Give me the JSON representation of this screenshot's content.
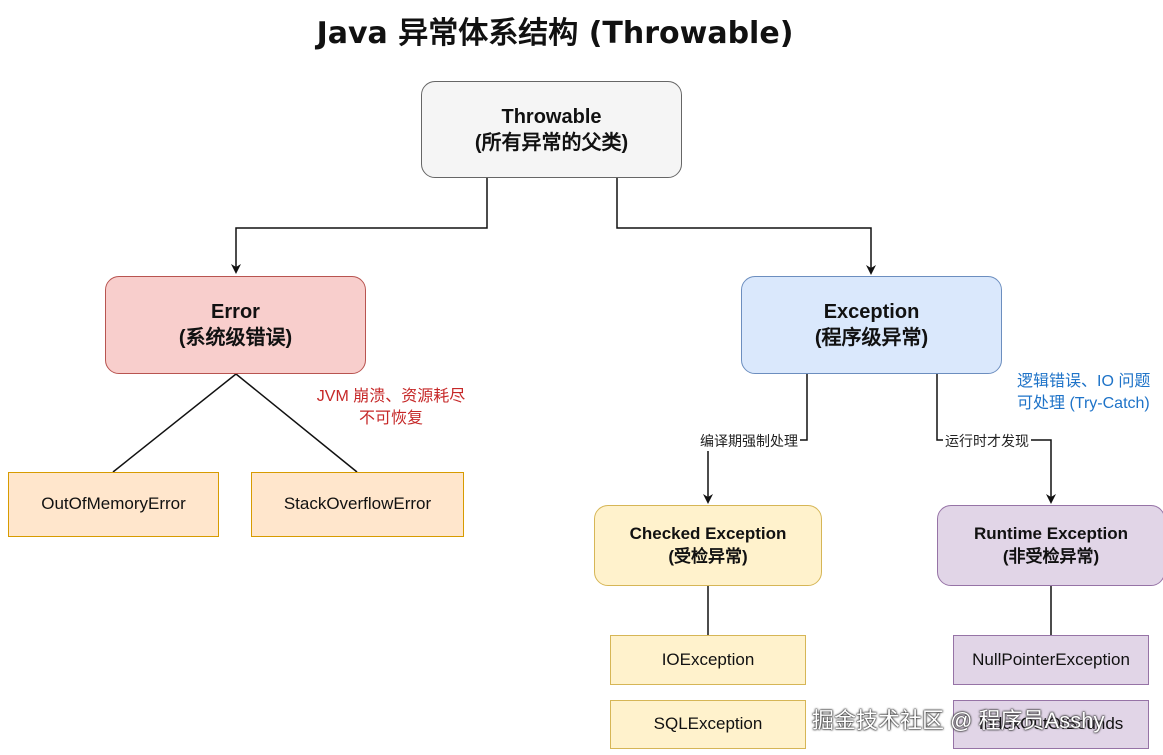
{
  "title": "Java 异常体系结构 (Throwable)",
  "nodes": {
    "throwable": {
      "line1": "Throwable",
      "line2": "(所有异常的父类)"
    },
    "error": {
      "line1": "Error",
      "line2": "(系统级错误)"
    },
    "exception": {
      "line1": "Exception",
      "line2": "(程序级异常)"
    },
    "oom": {
      "line1": "OutOfMemoryError"
    },
    "stackoverflow": {
      "line1": "StackOverflowError"
    },
    "checked": {
      "line1": "Checked Exception",
      "line2": "(受检异常)"
    },
    "runtime": {
      "line1": "Runtime Exception",
      "line2": "(非受检异常)"
    },
    "ioexception": {
      "line1": "IOException"
    },
    "sqlexception": {
      "line1": "SQLException"
    },
    "npe": {
      "line1": "NullPointerException"
    },
    "bounds": {
      "line1": "IndexOutOfBounds"
    }
  },
  "notes": {
    "error_note": {
      "line1": "JVM 崩溃、资源耗尽",
      "line2": "不可恢复"
    },
    "exception_note": {
      "line1": "逻辑错误、IO 问题",
      "line2": "可处理 (Try-Catch)"
    }
  },
  "edge_labels": {
    "checked": "编译期强制处理",
    "runtime": "运行时才发现"
  },
  "watermark": "掘金技术社区 @ 程序员Asshy",
  "colors": {
    "line": "#111111",
    "error_note": "#c62828",
    "exception_note": "#1e73c8"
  }
}
